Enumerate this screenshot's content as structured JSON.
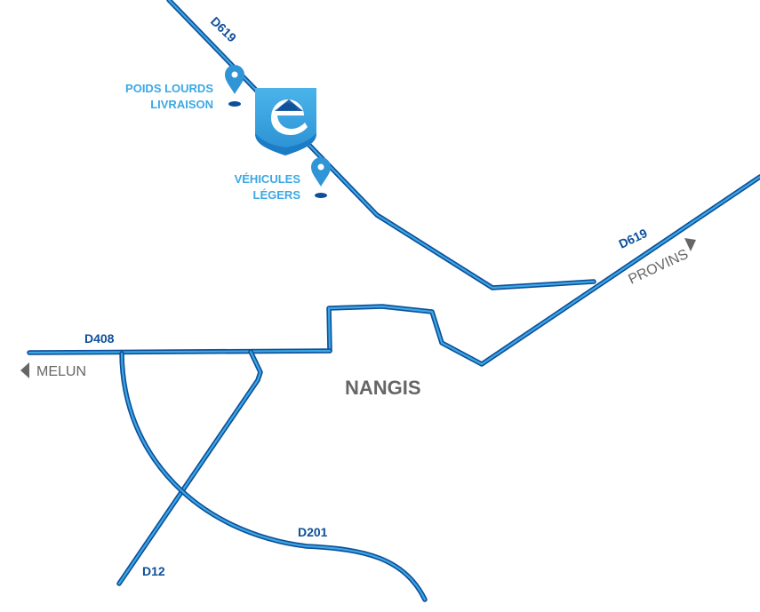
{
  "map": {
    "town": "NANGIS",
    "roads": {
      "d619_north": "D619",
      "d619_east": "D619",
      "d408": "D408",
      "d201": "D201",
      "d12": "D12"
    },
    "directions": {
      "melun": "MELUN",
      "provins": "PROVINS"
    },
    "poi": {
      "trucks_line1": "POIDS LOURDS",
      "trucks_line2": "LIVRAISON",
      "cars_line1": "VÉHICULES",
      "cars_line2": "LÉGERS"
    },
    "logo": {
      "letter": "e",
      "name": "company-logo"
    }
  },
  "colors": {
    "road_outline": "#0e4f9a",
    "road_fill": "#3ba8e4",
    "poi_text": "#3ba8e4",
    "town_text": "#666666",
    "logo_blue": "#3aa6e2",
    "logo_dark": "#0e4f9a"
  }
}
